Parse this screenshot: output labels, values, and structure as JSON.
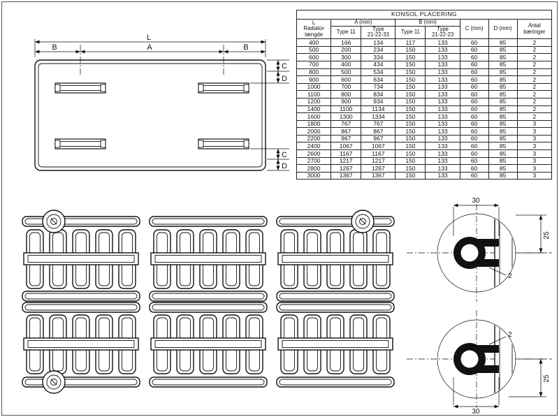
{
  "table": {
    "title": "KONSOL PLACERING",
    "headers": {
      "l": "L\nRadiator\nlængde",
      "a": "A (mm)",
      "b": "B (mm)",
      "c": "C (mm)",
      "d": "D (mm)",
      "antal": "Antal\nbæringer",
      "a_type11": "Type 11",
      "a_type21": "Type\n21-22-33",
      "b_type11": "Type 11",
      "b_type21": "Type\n21-22-23"
    },
    "rows": [
      [
        400,
        166,
        134,
        117,
        133,
        60,
        85,
        2
      ],
      [
        500,
        200,
        234,
        150,
        133,
        60,
        85,
        2
      ],
      [
        600,
        300,
        334,
        150,
        133,
        60,
        85,
        2
      ],
      [
        700,
        400,
        434,
        150,
        133,
        60,
        85,
        2
      ],
      [
        800,
        500,
        534,
        150,
        133,
        60,
        85,
        2
      ],
      [
        900,
        600,
        634,
        150,
        133,
        60,
        85,
        2
      ],
      [
        1000,
        700,
        734,
        150,
        133,
        60,
        85,
        2
      ],
      [
        1100,
        800,
        834,
        150,
        133,
        60,
        85,
        2
      ],
      [
        1200,
        900,
        934,
        150,
        133,
        60,
        85,
        2
      ],
      [
        1400,
        1100,
        1134,
        150,
        133,
        60,
        85,
        2
      ],
      [
        1600,
        1300,
        1334,
        150,
        133,
        60,
        85,
        2
      ],
      [
        1800,
        767,
        767,
        150,
        133,
        60,
        85,
        3
      ],
      [
        2000,
        867,
        867,
        150,
        133,
        60,
        85,
        3
      ],
      [
        2200,
        967,
        967,
        150,
        133,
        60,
        85,
        3
      ],
      [
        2400,
        1067,
        1067,
        150,
        133,
        60,
        85,
        3
      ],
      [
        2600,
        1167,
        1167,
        150,
        133,
        60,
        85,
        3
      ],
      [
        2700,
        1217,
        1217,
        150,
        133,
        60,
        85,
        3
      ],
      [
        2800,
        1267,
        1267,
        150,
        133,
        60,
        85,
        3
      ],
      [
        3000,
        1367,
        1367,
        150,
        133,
        60,
        85,
        3
      ]
    ]
  },
  "topview": {
    "dims": {
      "L": "L",
      "A": "A",
      "B_left": "B",
      "B_right": "B",
      "C_top": "C",
      "D_top": "D",
      "C_bottom": "C",
      "D_bottom": "D"
    }
  },
  "details": {
    "top": {
      "width": "30",
      "height": "25",
      "thickness": "2"
    },
    "bottom": {
      "width": "30",
      "height": "25",
      "thickness": "2"
    }
  }
}
